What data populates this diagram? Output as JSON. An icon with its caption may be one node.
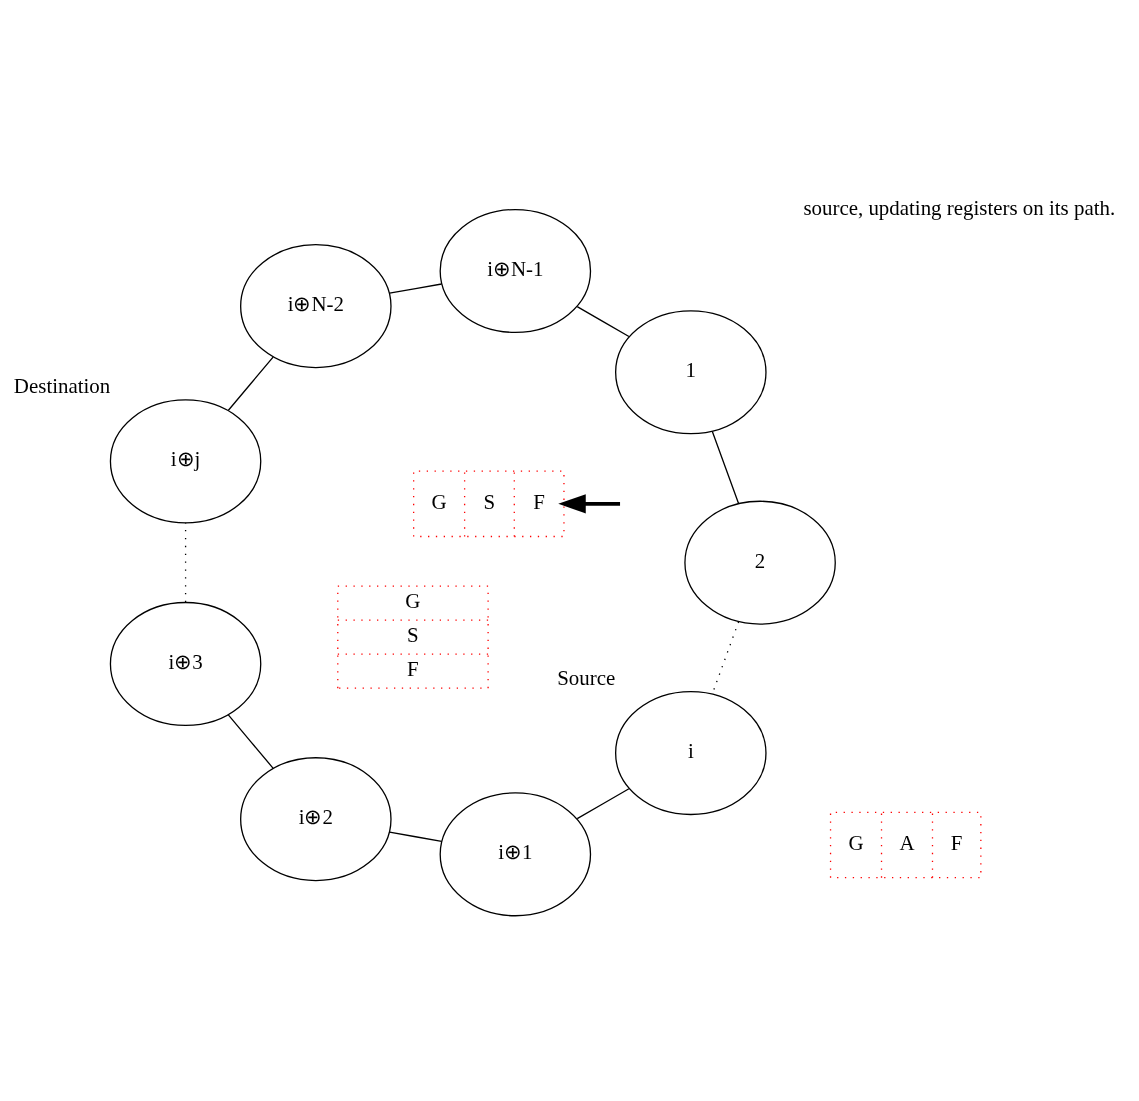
{
  "diagram": {
    "nodes": [
      {
        "text": [
          "i"
        ],
        "beside": [
          "Source"
        ]
      },
      {
        "text": [
          "i⊕1"
        ]
      },
      {
        "text": [
          "i⊕2"
        ]
      },
      {
        "text": [
          "i⊕3"
        ]
      },
      {
        "text": [
          "i⊕j"
        ],
        "beside": [
          "Destination"
        ]
      },
      {
        "text": [
          "i⊕N-2"
        ]
      },
      {
        "text": [
          "i⊕N-1"
        ]
      },
      {
        "text": [
          "1"
        ]
      },
      {
        "text": [
          "2"
        ]
      },
      {
        "text": [
          "G",
          "S",
          "F"
        ]
      },
      {
        "text": [
          "G",
          "S",
          "F"
        ]
      },
      {
        "text": [
          "G",
          "A",
          "F"
        ]
      }
    ],
    "edges": [
      {
        "from": 0,
        "to": 1,
        "arrow": "none"
      },
      {
        "from": 1,
        "to": 2,
        "arrow": "none"
      },
      {
        "from": 2,
        "to": 3,
        "arrow": "none"
      },
      {
        "from": 3,
        "to": 4,
        "arrow": "none",
        "style": "dashed"
      },
      {
        "from": 4,
        "to": 5,
        "arrow": "none"
      },
      {
        "from": 5,
        "to": 6,
        "arrow": "none"
      },
      {
        "from": 6,
        "to": 7,
        "arrow": "none"
      },
      {
        "from": 7,
        "to": 8,
        "arrow": "none"
      },
      {
        "from": 8,
        "to": 0,
        "arrow": "none",
        "style": "dashed"
      },
      {
        "from": null,
        "to": 9,
        "arrow": "to",
        "style": "thick"
      }
    ],
    "labels": [
      "source, updating registers on its path."
    ]
  }
}
